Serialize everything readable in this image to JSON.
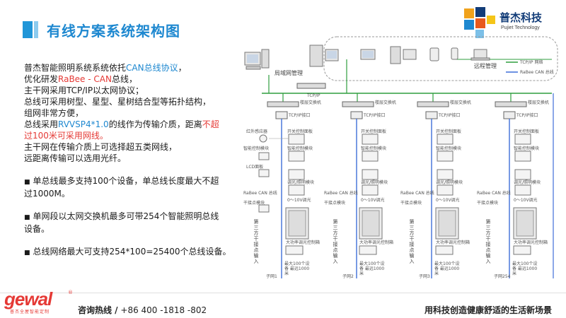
{
  "header": {
    "title": "有线方案系统架构图",
    "logo_cn": "普杰科技",
    "logo_en": "Pujiet Technology"
  },
  "body": {
    "l1a": "普杰智能照明系统系统依托",
    "l1b": "CAN总线协议",
    "l1c": "，",
    "l2a": "优化研发",
    "l2b": "RaBee - CAN",
    "l2c": "总线，",
    "l3": "主干网采用TCP/IP以太网协议；",
    "l4": "总线可采用树型、星型、星树结合型等拓扑结构，",
    "l5": "组网非常方便，",
    "l6a": "总线采用",
    "l6b": "RVVSP4*1.0",
    "l6c": "的线作为传输介质，距离",
    "l6d": "不超",
    "l7": "过100米可采用网线。",
    "l8": "主干网在传输介质上可选择超五类网线，",
    "l9": "远距离传输可以选用光纤。",
    "b1a": "单总线最多支持100个设备，单总线长度最大不超",
    "b1b": "过1000M。",
    "b2a": "单网段以太网交换机最多可带254个智能照明总线",
    "b2b": "设备。",
    "b3": "总线网络最大可支持254*100=25400个总线设备。"
  },
  "diagram": {
    "lan": "局域网管理",
    "remote": "远程管理",
    "tcpip": "TCP/IP",
    "legend_tcp": "TCP/IP 网络",
    "legend_can": "RaBee CAN 总线",
    "floor_switch": "楼层交换机",
    "tcp_port": "TCP/IP接口",
    "ir": "红外感应器",
    "panel": "开关控制面板",
    "smart": "智能控制模块",
    "lcd": "LCD面板",
    "dimmer": "调光/照明模块",
    "can_bus": "RaBee CAN 总线",
    "volt": "0～10V调光",
    "dry": "干接点模块",
    "third": "第三方干接点输入",
    "power": "大功率调光控制箱",
    "max": "最大100个设备 最远1000米",
    "net1": "子网1",
    "net2": "子网2",
    "net3": "子网3",
    "net254": "子网254"
  },
  "footer": {
    "brand": "gewal",
    "brand_sub": "普杰全屋智能定制",
    "hotline_label": "咨询热线 /",
    "hotline_number": "+86 400 -1818 -802",
    "slogan": "用科技创造健康舒适的生活新场景"
  },
  "colors": {
    "title_blue": "#1e88d0",
    "highlight_red": "#e53935",
    "tcp_green": "#2e9e3e",
    "can_blue": "#3f6fd8",
    "brand_red": "#e53935",
    "logo_navy": "#123c78"
  }
}
